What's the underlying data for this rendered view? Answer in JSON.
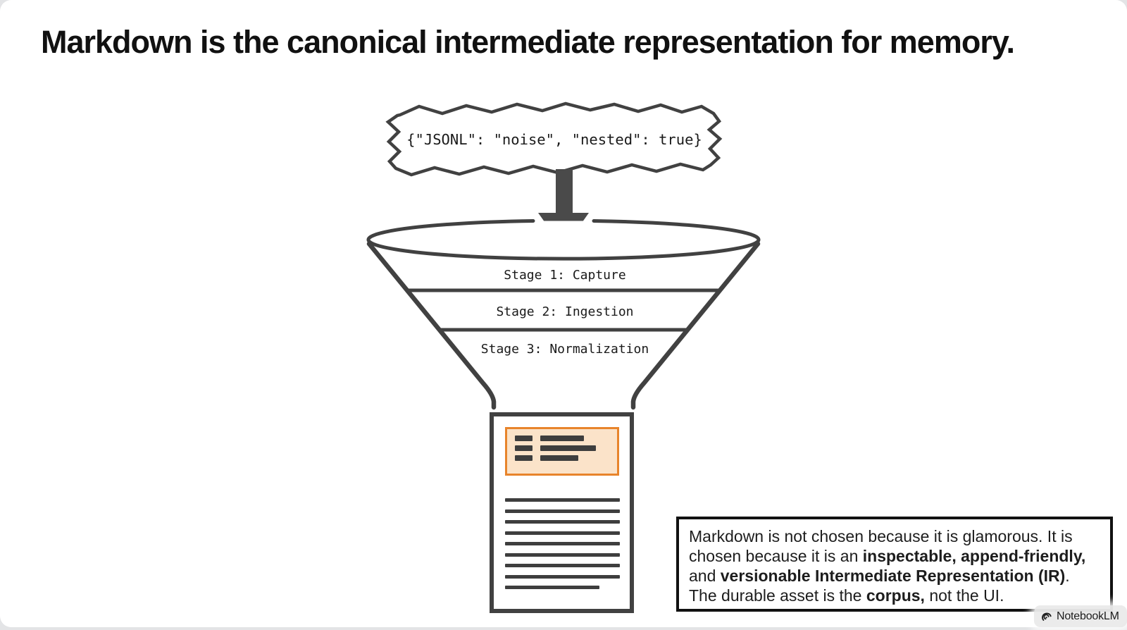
{
  "title": "Markdown is the canonical intermediate representation for memory.",
  "diagram": {
    "json_label": "{\"JSONL\": \"noise\", \"nested\": true}",
    "stages": [
      {
        "label": "Stage 1: Capture"
      },
      {
        "label": "Stage 2: Ingestion"
      },
      {
        "label": "Stage 3: Normalization"
      }
    ],
    "icons": {
      "input": "torn-paper-box",
      "flow": "arrow-down-icon",
      "process": "funnel-outline",
      "output": "markdown-document-icon"
    }
  },
  "note": {
    "lines": [
      [
        {
          "text": "Markdown is not chosen because it is glamorous. It is",
          "bold": false
        }
      ],
      [
        {
          "text": "chosen because it is an ",
          "bold": false
        },
        {
          "text": "inspectable, append-friendly,",
          "bold": true
        }
      ],
      [
        {
          "text": "and ",
          "bold": false
        },
        {
          "text": "versionable Intermediate Representation (IR)",
          "bold": true
        },
        {
          "text": ".",
          "bold": false
        }
      ],
      [
        {
          "text": "The durable asset is the ",
          "bold": false
        },
        {
          "text": "corpus,",
          "bold": true
        },
        {
          "text": " not the UI.",
          "bold": false
        }
      ]
    ]
  },
  "watermark": {
    "label": "NotebookLM",
    "icon": "notebooklm-logo-icon"
  },
  "colors": {
    "stroke_gray": "#414141",
    "arrow_gray": "#4a4a4a",
    "ink": "#1a1a1a",
    "frontmatter_border": "#e8842b",
    "frontmatter_fill": "#fbe3c9",
    "badge_bg": "#eaeaea",
    "slide_bg": "#ffffff",
    "page_edge": "#e3e4e6"
  }
}
